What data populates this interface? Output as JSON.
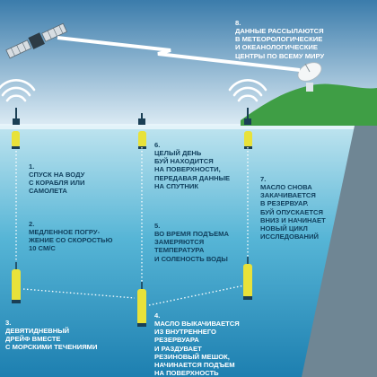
{
  "colors": {
    "sky_top": "#3b7cab",
    "sky_bottom": "#dcebf4",
    "sea_top": "#bfe4ef",
    "sea_bottom": "#1d7fb0",
    "abyss": "#6f8694",
    "land": "#3f9e45",
    "float_body": "#e8e23a",
    "float_cap": "#1a3f55",
    "signal": "#ffffff",
    "trajectory": "#ffffff"
  },
  "icons": [
    "satellite-icon",
    "lightning-signal-icon",
    "satellite-dish-icon",
    "radio-waves-icon",
    "argo-float-icon"
  ],
  "steps": [
    {
      "num": "1.",
      "text": "СПУСК НА ВОДУ\nС КОРАБЛЯ ИЛИ\nСАМОЛЕТА"
    },
    {
      "num": "2.",
      "text": "МЕДЛЕННОЕ ПОГРУ-\nЖЕНИЕ СО СКОРОСТЬЮ\n10 СМ/С"
    },
    {
      "num": "3.",
      "text": "ДЕВЯТИДНЕВНЫЙ\nДРЕЙФ ВМЕСТЕ\nС МОРСКИМИ ТЕЧЕНИЯМИ"
    },
    {
      "num": "4.",
      "text": "МАСЛО ВЫКАЧИВАЕТСЯ\nИЗ ВНУТРЕННЕГО\nРЕЗЕРВУАРА\nИ РАЗДУВАЕТ\nРЕЗИНОВЫЙ МЕШОК,\nНАЧИНАЕТСЯ ПОДЪЕМ\nНА ПОВЕРХНОСТЬ"
    },
    {
      "num": "5.",
      "text": "ВО ВРЕМЯ ПОДЪЕМА\nЗАМЕРЯЮТСЯ\nТЕМПЕРАТУРА\nИ СОЛЕНОСТЬ ВОДЫ"
    },
    {
      "num": "6.",
      "text": "ЦЕЛЫЙ ДЕНЬ\nБУЙ НАХОДИТСЯ\nНА ПОВЕРХНОСТИ,\nПЕРЕДАВАЯ ДАННЫЕ\nНА СПУТНИК"
    },
    {
      "num": "7.",
      "text": "МАСЛО СНОВА\nЗАКАЧИВАЕТСЯ\nВ РЕЗЕРВУАР.\nБУЙ ОПУСКАЕТСЯ\nВНИЗ И НАЧИНАЕТ\nНОВЫЙ ЦИКЛ\nИССЛЕДОВАНИЙ"
    },
    {
      "num": "8.",
      "text": "ДАННЫЕ РАССЫЛАЮТСЯ\nВ МЕТЕОРОЛОГИЧЕСКИЕ\nИ ОКЕАНОЛОГИЧЕСКИЕ\nЦЕНТРЫ ПО ВСЕМУ МИРУ"
    }
  ]
}
